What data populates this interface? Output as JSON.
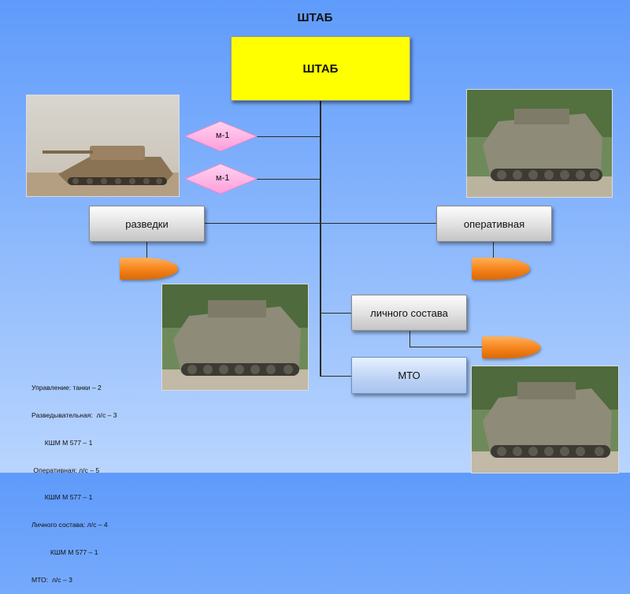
{
  "title": "ШТАБ",
  "org_chart": {
    "root": {
      "label": "ШТАБ",
      "color": "#ffff00"
    },
    "diamonds": [
      {
        "label": "м-1",
        "color": "#ffb7e3"
      },
      {
        "label": "м-1",
        "color": "#ffb7e3"
      }
    ],
    "units": {
      "razvedki": "разведки",
      "operativnaya": "оперативная",
      "lichnogo_sostava": "личного состава",
      "mto": "МТО"
    },
    "accent_colors": {
      "bullet": "#f5821a",
      "mto_box": "#bcd2f5"
    }
  },
  "notes": [
    "Управление: танки – 2",
    "Разведывательная:  л/с – 3",
    "       КШМ М 577 – 1",
    " Оперативная: л/с – 5",
    "       КШМ М 577 – 1",
    "Личного состава: л/с – 4",
    "          КШМ М 577 – 1",
    "МТО:  л/с – 3"
  ],
  "images": [
    {
      "id": "tank-photo",
      "depicts": "main battle tank"
    },
    {
      "id": "apc-photo-top-right",
      "depicts": "tracked command vehicle"
    },
    {
      "id": "apc-photo-middle",
      "depicts": "tracked command vehicle"
    },
    {
      "id": "apc-photo-bottom-right",
      "depicts": "tracked command vehicle"
    }
  ]
}
